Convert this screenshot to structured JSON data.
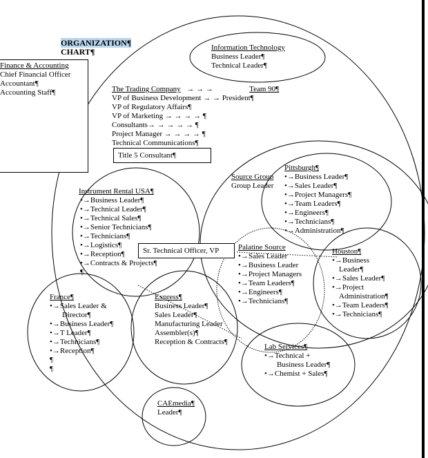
{
  "title": {
    "line1": "ORGANIZATION¶",
    "line2": "CHART¶"
  },
  "it": {
    "name": "Information Technology",
    "lines": [
      "Business Leader¶",
      "Technical Leader¶"
    ]
  },
  "finance": {
    "name": "Finance & Accounting",
    "lines": [
      "Chief Financial Officer",
      "Accountant¶",
      "Accounting Staff¶"
    ]
  },
  "trading": {
    "name": "The Trading Company",
    "arrows": "→     →     →",
    "team": "Team 90¶",
    "lines": [
      "VP of Business Development  →     →     President¶",
      "VP of Regulatory Affairs¶",
      "VP of Marketing  →     →     →     →     ¶",
      "Consultants→   →     →     →     →     ¶",
      "Project Manager  →     →     →     →     ¶",
      "Technical Communications¶"
    ],
    "title5": "Title 5 Consultant¶"
  },
  "instrument": {
    "name": "Instrument Rental USA¶",
    "items": [
      "•→Business Leader¶",
      "•→Technical Leader¶",
      "•→Technical Sales¶",
      "•→Senior Technicians¶",
      "•→Technicians¶",
      "•→Logistics¶",
      "•→Reception¶",
      "•→Contracts & Projects¶",
      "¶"
    ]
  },
  "source": {
    "name": "Source Group",
    "line": "Group Leader"
  },
  "pittsburgh": {
    "name": "Pittsburgh¶",
    "items": [
      "•→Business Leader¶",
      "•→Sales Leader¶",
      "•→Project Managers¶",
      "•→Team Leaders¶",
      "•→Engineers¶",
      "•→Technicians¶",
      "•→Administration¶"
    ]
  },
  "sto": {
    "label": "Sr. Technical Officer, VP"
  },
  "palatine": {
    "name": "Palatine Source",
    "items": [
      "•→Sales Leader",
      "•→Business Leader",
      "•→Project Managers",
      "•→Team Leaders¶",
      "•→Engineers¶",
      "•→Technicians¶"
    ]
  },
  "houston": {
    "name": "Houston¶",
    "items": [
      "•→Business",
      "Leader¶",
      "•→Sales Leader¶",
      "•→Project",
      "Administration¶",
      "•→Team Leaders¶",
      "•→Technicians¶"
    ]
  },
  "france": {
    "name": "France¶",
    "items": [
      "•→Sales Leader &",
      "Director¶",
      "•→Business Leader¶",
      "•→T Leader¶",
      "•→Technicians¶",
      "•→Reception¶",
      "¶",
      "¶"
    ]
  },
  "express": {
    "name": "Express¶",
    "lines": [
      "Business Leader¶",
      "Sales Leader¶",
      "Manufacturing Leader",
      "Assembler(s)¶",
      "Reception & Contracts¶"
    ]
  },
  "lab": {
    "name": "Lab Services¶",
    "items": [
      "•→Technical +",
      "Business Leader¶",
      "•→Chemist + Sales¶"
    ]
  },
  "caemedia": {
    "name": "CAEmedia¶",
    "line": "Leader¶"
  }
}
